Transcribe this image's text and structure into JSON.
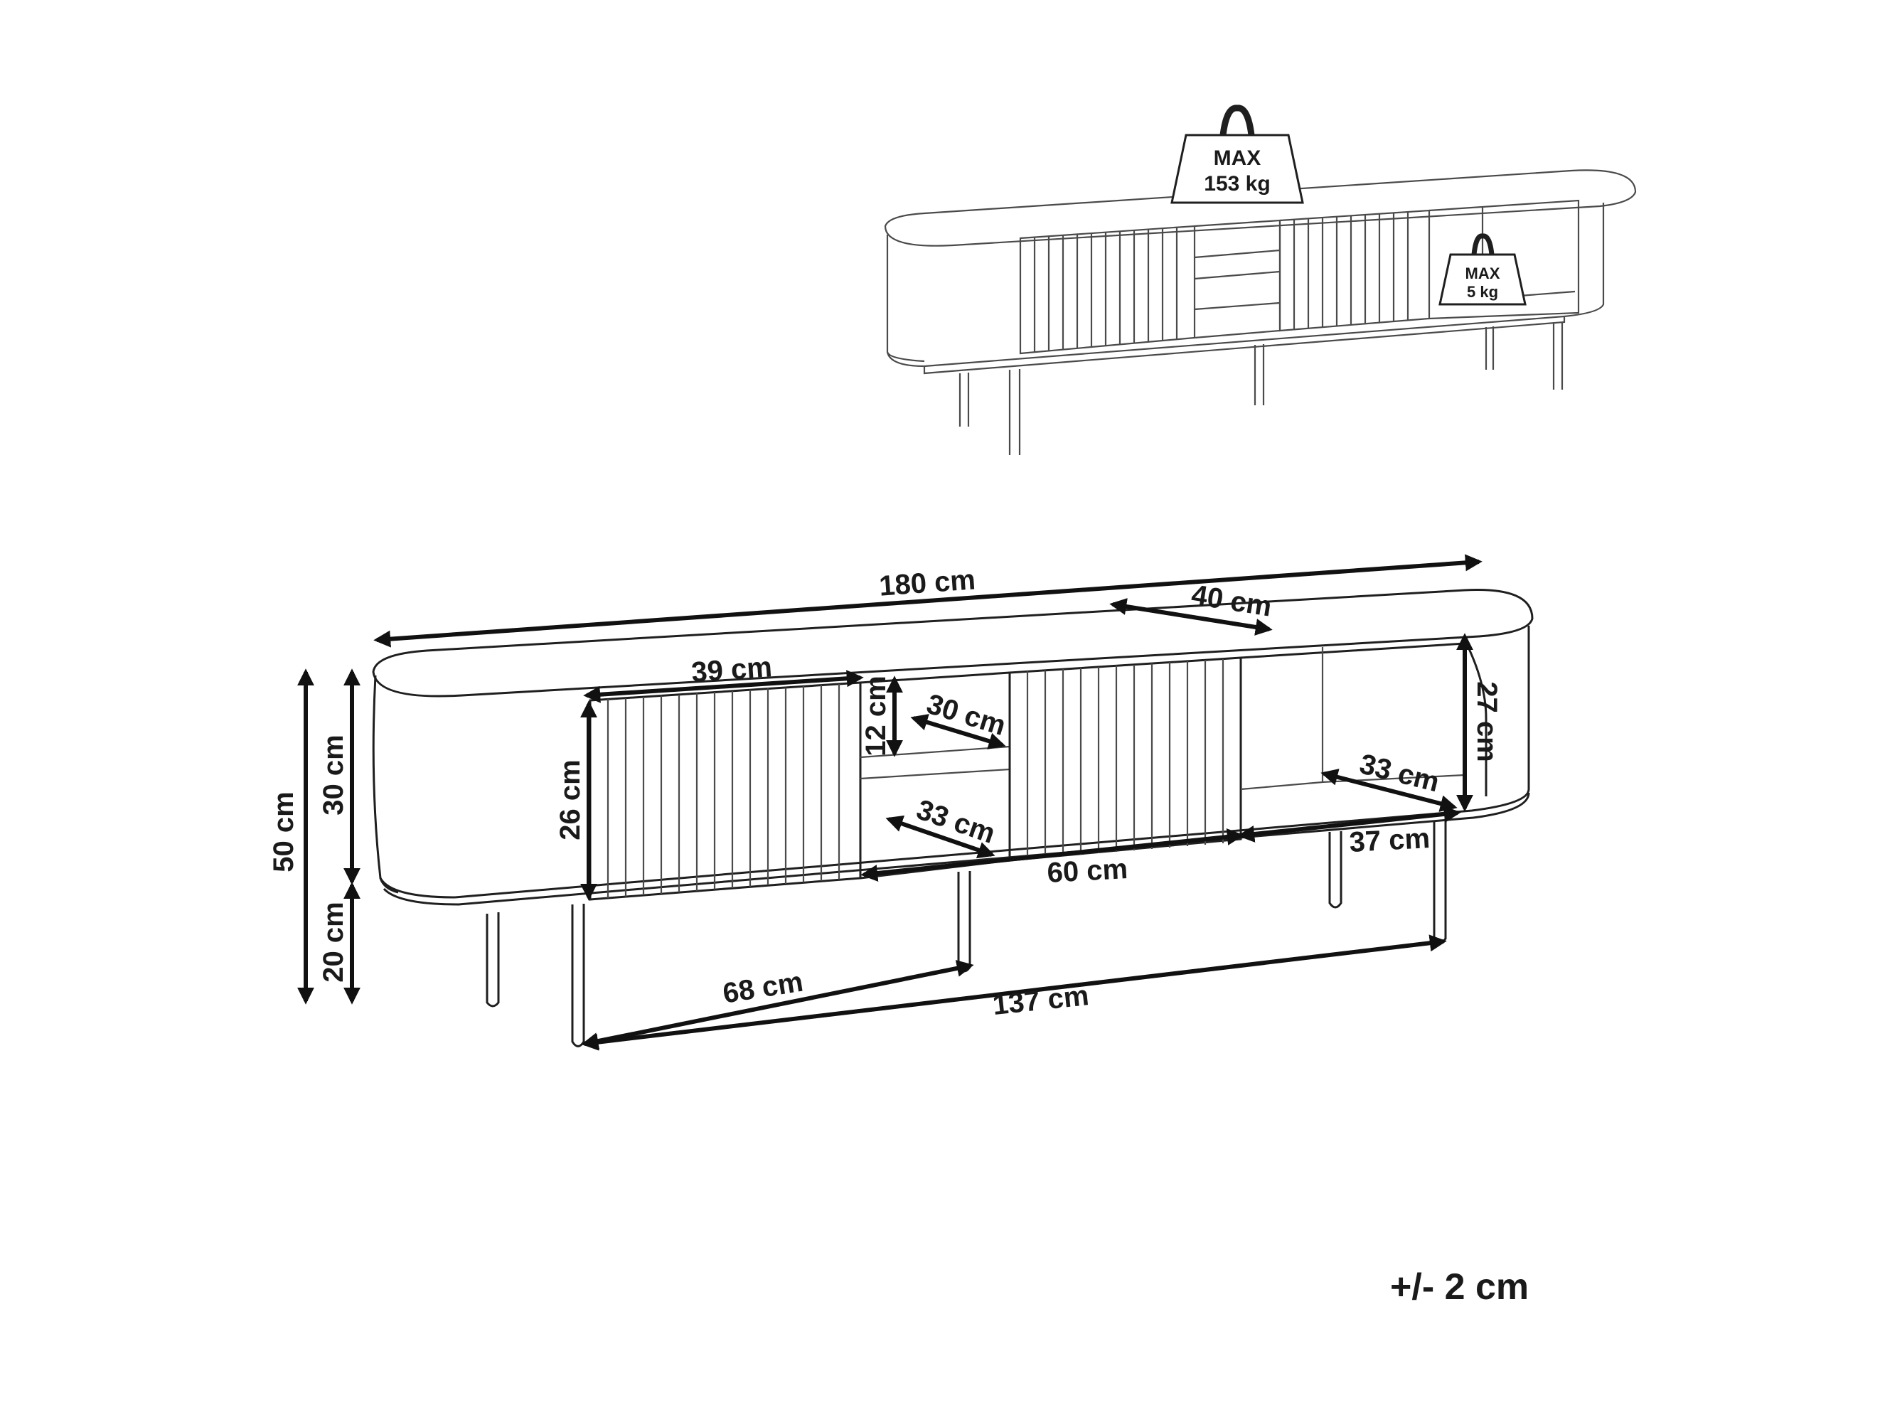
{
  "weights": {
    "top": {
      "line1": "MAX",
      "line2": "153 kg"
    },
    "shelf": {
      "line1": "MAX",
      "line2": "5 kg"
    }
  },
  "dimensions": {
    "total_width": "180 cm",
    "top_depth": "40 cm",
    "door_width": "39 cm",
    "drawer_height": "12 cm",
    "drawer_depth": "30 cm",
    "door_height": "26 cm",
    "body_height": "30 cm",
    "total_height": "50 cm",
    "leg_height": "20 cm",
    "open_shelf_height": "27 cm",
    "open_shelf_depth": "33 cm",
    "inner_depth": "33 cm",
    "center_width": "60 cm",
    "right_width": "37 cm",
    "leg_depth_span": "68 cm",
    "leg_width_span": "137 cm"
  },
  "tolerance": "+/- 2 cm"
}
